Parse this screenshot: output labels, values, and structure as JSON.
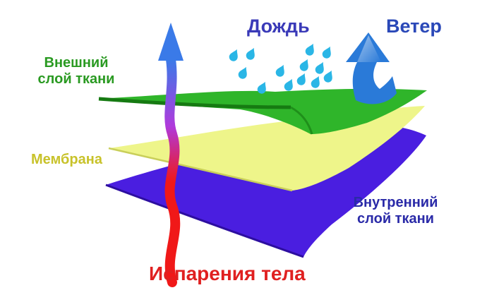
{
  "labels": {
    "outer_layer": [
      "Внешний",
      "слой ткани"
    ],
    "membrane": "Мембрана",
    "inner_layer": [
      "Внутренний",
      "слой ткани"
    ],
    "rain": "Дождь",
    "wind": "Ветер",
    "evaporation": "Испарения тела"
  },
  "colors": {
    "outer_layer": "#2fb52a",
    "outer_layer_label": "#2a9a22",
    "membrane": "#eef58a",
    "membrane_label": "#c8c22a",
    "inner_layer": "#4a1ee0",
    "inner_layer_label": "#2a2aa8",
    "rain_label": "#3a3ab8",
    "wind_label": "#2a48b8",
    "evaporation_label": "#e02020",
    "droplet": "#2ab6e6",
    "wind_arrow": "#2a7ad8",
    "vapor_arrow_top": "#3a7ae8",
    "vapor_arrow_mid": "#b03adc",
    "vapor_arrow_bottom": "#f01818"
  },
  "icons": {
    "rain": "droplets",
    "wind": "curved-arrow-up",
    "evaporation": "wavy-arrow-up"
  }
}
